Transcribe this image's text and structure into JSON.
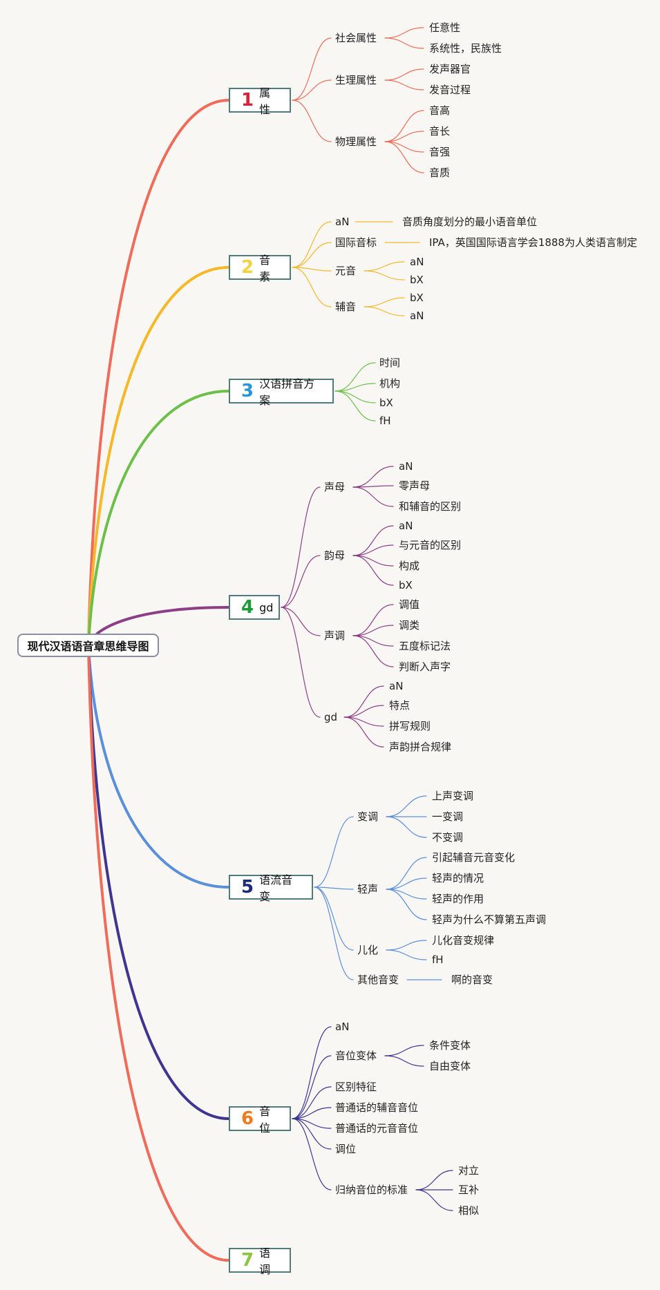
{
  "root": {
    "label": "现代汉语语音章思维导图"
  },
  "branches": [
    {
      "num": "1",
      "label": "属性",
      "color": "#ef6c5a",
      "num_color": "#d4233c",
      "children": [
        {
          "label": "社会属性",
          "children": [
            {
              "label": "任意性"
            },
            {
              "label": "系统性，民族性"
            }
          ]
        },
        {
          "label": "生理属性",
          "children": [
            {
              "label": "发声器官"
            },
            {
              "label": "发音过程"
            }
          ]
        },
        {
          "label": "物理属性",
          "children": [
            {
              "label": "音高"
            },
            {
              "label": "音长"
            },
            {
              "label": "音强"
            },
            {
              "label": "音质"
            }
          ]
        }
      ]
    },
    {
      "num": "2",
      "label": "音素",
      "color": "#f5b829",
      "num_color": "#f2d33c",
      "children": [
        {
          "label": "aN",
          "children": [
            {
              "label": "音质角度划分的最小语音单位"
            }
          ]
        },
        {
          "label": "国际音标",
          "children": [
            {
              "label": "IPA，英国国际语言学会1888为人类语言制定"
            }
          ]
        },
        {
          "label": "元音",
          "children": [
            {
              "label": "aN"
            },
            {
              "label": "bX"
            }
          ]
        },
        {
          "label": "辅音",
          "children": [
            {
              "label": "bX"
            },
            {
              "label": "aN"
            }
          ]
        }
      ]
    },
    {
      "num": "3",
      "label": "汉语拼音方案",
      "color": "#6cc04a",
      "num_color": "#2a95d9",
      "children": [
        {
          "label": "时间"
        },
        {
          "label": "机构"
        },
        {
          "label": "bX"
        },
        {
          "label": "fH"
        }
      ]
    },
    {
      "num": "4",
      "label": "gd",
      "color": "#8c3f86",
      "num_color": "#1f9a3a",
      "children": [
        {
          "label": "声母",
          "children": [
            {
              "label": "aN"
            },
            {
              "label": "零声母"
            },
            {
              "label": "和辅音的区别"
            }
          ]
        },
        {
          "label": "韵母",
          "children": [
            {
              "label": "aN"
            },
            {
              "label": "与元音的区别"
            },
            {
              "label": "构成"
            },
            {
              "label": "bX"
            }
          ]
        },
        {
          "label": "声调",
          "children": [
            {
              "label": "调值"
            },
            {
              "label": "调类"
            },
            {
              "label": "五度标记法"
            },
            {
              "label": "判断入声字"
            }
          ]
        },
        {
          "label": "gd",
          "children": [
            {
              "label": "aN"
            },
            {
              "label": "特点"
            },
            {
              "label": "拼写规则"
            },
            {
              "label": "声韵拼合规律"
            }
          ]
        }
      ]
    },
    {
      "num": "5",
      "label": "语流音变",
      "color": "#5b8fd9",
      "num_color": "#1b2a7a",
      "children": [
        {
          "label": "变调",
          "children": [
            {
              "label": "上声变调"
            },
            {
              "label": "一变调"
            },
            {
              "label": "不变调"
            }
          ]
        },
        {
          "label": "轻声",
          "children": [
            {
              "label": "引起辅音元音变化"
            },
            {
              "label": "轻声的情况"
            },
            {
              "label": "轻声的作用"
            },
            {
              "label": "轻声为什么不算第五声调"
            }
          ]
        },
        {
          "label": "儿化",
          "children": [
            {
              "label": "儿化音变规律"
            },
            {
              "label": "fH"
            }
          ]
        },
        {
          "label": "其他音变",
          "children": [
            {
              "label": "啊的音变"
            }
          ]
        }
      ]
    },
    {
      "num": "6",
      "label": "音位",
      "color": "#3d3590",
      "num_color": "#f07a1c",
      "children": [
        {
          "label": "aN"
        },
        {
          "label": "音位变体",
          "children": [
            {
              "label": "条件变体"
            },
            {
              "label": "自由变体"
            }
          ]
        },
        {
          "label": "区别特征"
        },
        {
          "label": "普通话的辅音音位"
        },
        {
          "label": "普通话的元音音位"
        },
        {
          "label": "调位"
        },
        {
          "label": "归纳音位的标准",
          "children": [
            {
              "label": "对立"
            },
            {
              "label": "互补"
            },
            {
              "label": "相似"
            }
          ]
        }
      ]
    },
    {
      "num": "7",
      "label": "语调",
      "color": "#ef6c5a",
      "num_color": "#8cc63f",
      "children": []
    }
  ]
}
